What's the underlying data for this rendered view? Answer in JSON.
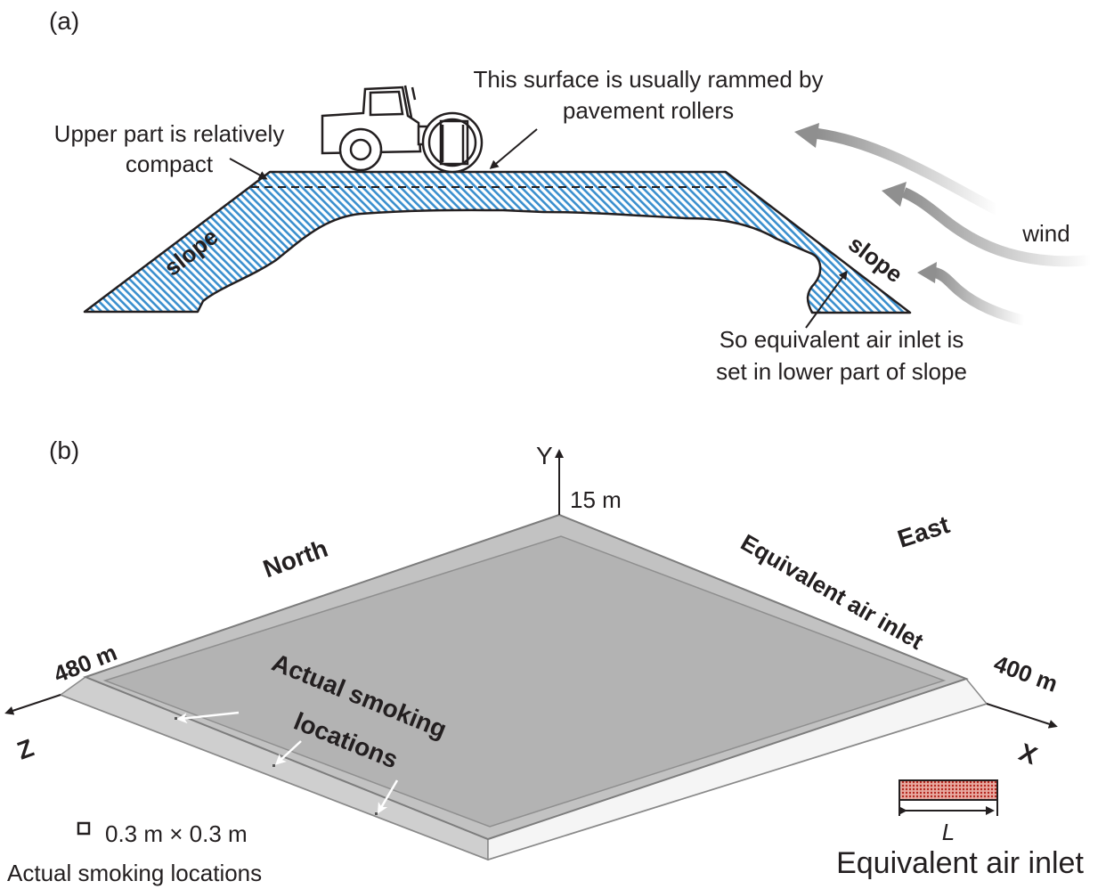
{
  "panel_a": {
    "label": "(a)",
    "slope_left": "slope",
    "slope_right": "slope",
    "upper_part_line1": "Upper part is relatively",
    "upper_part_line2": "compact",
    "surface_line1": "This surface is usually rammed by",
    "surface_line2": "pavement rollers",
    "wind": "wind",
    "inlet_line1": "So equivalent air inlet is",
    "inlet_line2": "set in lower part of slope",
    "colors": {
      "hatch": "#3a8fce",
      "outline": "#231f20",
      "wind_arrow": "#9a9a9a"
    }
  },
  "panel_b": {
    "label": "(b)",
    "axis_y": "Y",
    "axis_z": "Z",
    "axis_x": "X",
    "height": "15 m",
    "length_z": "480 m",
    "length_x": "400 m",
    "north": "North",
    "east": "East",
    "inlet_edge": "Equivalent air inlet",
    "smoking_line1": "Actual smoking",
    "smoking_line2": "locations",
    "legend_size": "0.3 m × 0.3 m",
    "legend_smoking": "Actual smoking locations",
    "legend_inlet_symbol": "L",
    "legend_inlet": "Equivalent air inlet",
    "colors": {
      "top_face": "#b3b3b3",
      "rim": "#d0d0d0",
      "inlet_fill": "#c0392b"
    }
  }
}
